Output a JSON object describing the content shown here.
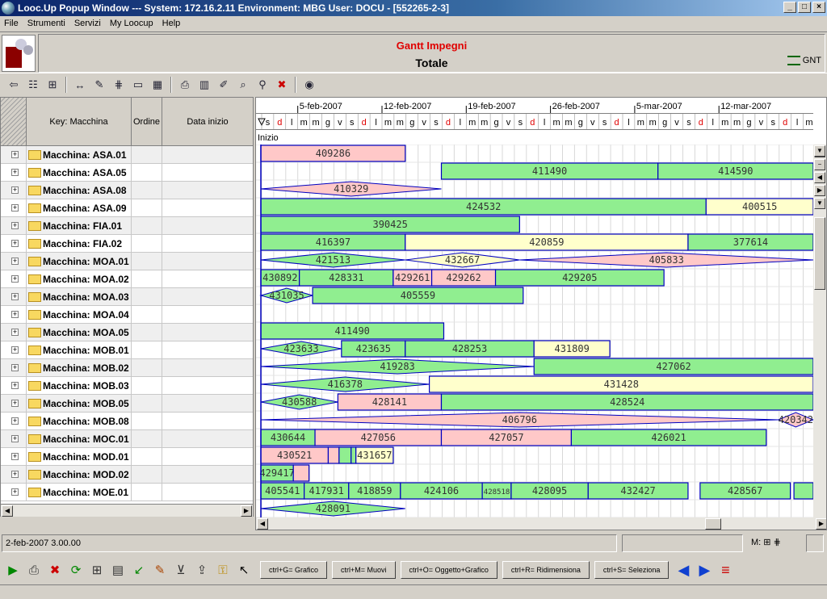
{
  "window": {
    "title": "Looc.Up Popup Window  ---  System: 172.16.2.11 Environment: MBG User: DOCU - [552265-2-3]"
  },
  "menu": [
    "File",
    "Strumenti",
    "Servizi",
    "My Loocup",
    "Help"
  ],
  "header": {
    "title": "Gantt Impegni",
    "subtitle": "Totale",
    "mode_label": "GNT"
  },
  "toolbar_icons": [
    "back-icon",
    "tree-icon",
    "hierarchy-icon",
    "expand-width-icon",
    "pencil-arrow-icon",
    "columns-icon",
    "folder-icon",
    "grid-icon",
    "print-icon",
    "table-icon",
    "edit-icon",
    "search-icon",
    "filter-icon",
    "delete-icon",
    "view-icon"
  ],
  "table": {
    "columns": [
      "Key: Macchina",
      "Ordine",
      "Data inizio"
    ],
    "rows": [
      "Macchina: ASA.01",
      "Macchina: ASA.05",
      "Macchina: ASA.08",
      "Macchina: ASA.09",
      "Macchina: FIA.01",
      "Macchina: FIA.02",
      "Macchina: MOA.01",
      "Macchina: MOA.02",
      "Macchina: MOA.03",
      "Macchina: MOA.04",
      "Macchina: MOA.05",
      "Macchina: MOB.01",
      "Macchina: MOB.02",
      "Macchina: MOB.03",
      "Macchina: MOB.05",
      "Macchina: MOB.08",
      "Macchina: MOC.01",
      "Macchina: MOD.01",
      "Macchina: MOD.02",
      "Macchina: MOE.01"
    ]
  },
  "timeline": {
    "weeks": [
      "5-feb-2007",
      "12-feb-2007",
      "19-feb-2007",
      "26-feb-2007",
      "5-mar-2007",
      "12-mar-2007"
    ],
    "day_letters": [
      "s",
      "d",
      "l",
      "m",
      "m",
      "g",
      "v",
      "s",
      "d",
      "l",
      "m",
      "m",
      "g",
      "v",
      "s",
      "d",
      "l",
      "m",
      "m",
      "g",
      "v",
      "s",
      "d",
      "l",
      "m",
      "m",
      "g",
      "v",
      "s",
      "d",
      "l",
      "m",
      "m",
      "g",
      "v",
      "s",
      "d",
      "l",
      "m",
      "m",
      "g",
      "v",
      "s",
      "d",
      "l",
      "m",
      "m",
      "g",
      "v"
    ],
    "start_label": "Inizio"
  },
  "colors": {
    "green": "#90ee90",
    "pink": "#ffc8c8",
    "yellow": "#ffffcc",
    "border": "#0000c0",
    "sunday": "#e00000"
  },
  "bars": [
    [
      {
        "t": "409286",
        "c": "pink",
        "s": 0,
        "e": 12
      }
    ],
    [
      {
        "t": "411490",
        "c": "green",
        "s": 15,
        "e": 33
      },
      {
        "t": "414590",
        "c": "green",
        "s": 33,
        "e": 46
      }
    ],
    [
      {
        "t": "410329",
        "c": "pink",
        "s": 0,
        "e": 15,
        "d": true
      }
    ],
    [
      {
        "t": "424532",
        "c": "green",
        "s": 0,
        "e": 37
      },
      {
        "t": "400515",
        "c": "yellow",
        "s": 37,
        "e": 46
      }
    ],
    [
      {
        "t": "390425",
        "c": "green",
        "s": 0,
        "e": 21.5
      }
    ],
    [
      {
        "t": "416397",
        "c": "green",
        "s": 0,
        "e": 12
      },
      {
        "t": "420859",
        "c": "yellow",
        "s": 12,
        "e": 35.5
      },
      {
        "t": "377614",
        "c": "green",
        "s": 35.5,
        "e": 46
      }
    ],
    [
      {
        "t": "421513",
        "c": "green",
        "s": 0,
        "e": 12,
        "d": true
      },
      {
        "t": "432667",
        "c": "yellow",
        "s": 12,
        "e": 21.5,
        "d": true
      },
      {
        "t": "405833",
        "c": "pink",
        "s": 21.5,
        "e": 46,
        "d": true
      }
    ],
    [
      {
        "t": "430892",
        "c": "green",
        "s": 0,
        "e": 3.2
      },
      {
        "t": "428331",
        "c": "green",
        "s": 3.2,
        "e": 11
      },
      {
        "t": "429261",
        "c": "pink",
        "s": 11,
        "e": 14.2
      },
      {
        "t": "429262",
        "c": "pink",
        "s": 14.2,
        "e": 19.5
      },
      {
        "t": "429205",
        "c": "green",
        "s": 19.5,
        "e": 33.5
      }
    ],
    [
      {
        "t": "431035",
        "c": "green",
        "s": 0,
        "e": 4.3,
        "d": true
      },
      {
        "t": "405559",
        "c": "green",
        "s": 4.3,
        "e": 21.8
      }
    ],
    [],
    [
      {
        "t": "411490",
        "c": "green",
        "s": 0,
        "e": 15.2
      }
    ],
    [
      {
        "t": "423633",
        "c": "green",
        "s": 0,
        "e": 6.7,
        "d": true
      },
      {
        "t": "423635",
        "c": "green",
        "s": 6.7,
        "e": 12
      },
      {
        "t": "428253",
        "c": "green",
        "s": 12,
        "e": 22.7
      },
      {
        "t": "431809",
        "c": "yellow",
        "s": 22.7,
        "e": 29
      }
    ],
    [
      {
        "t": "419283",
        "c": "green",
        "s": 0,
        "e": 22.7,
        "d": true
      },
      {
        "t": "427062",
        "c": "green",
        "s": 22.7,
        "e": 46
      }
    ],
    [
      {
        "t": "416378",
        "c": "green",
        "s": 0,
        "e": 14,
        "d": true
      },
      {
        "t": "431428",
        "c": "yellow",
        "s": 14,
        "e": 46
      }
    ],
    [
      {
        "t": "430588",
        "c": "green",
        "s": 0,
        "e": 6.4,
        "d": true
      },
      {
        "t": "428141",
        "c": "pink",
        "s": 6.4,
        "e": 15
      },
      {
        "t": "428524",
        "c": "green",
        "s": 15,
        "e": 46
      }
    ],
    [
      {
        "t": "406796",
        "c": "pink",
        "s": 0,
        "e": 43,
        "d": true
      },
      {
        "t": "420342",
        "c": "pink",
        "s": 43,
        "e": 46,
        "d": true
      }
    ],
    [
      {
        "t": "430644",
        "c": "green",
        "s": 0,
        "e": 4.5
      },
      {
        "t": "427056",
        "c": "pink",
        "s": 4.5,
        "e": 15
      },
      {
        "t": "427057",
        "c": "pink",
        "s": 15,
        "e": 25.8
      },
      {
        "t": "426021",
        "c": "green",
        "s": 25.8,
        "e": 42
      }
    ],
    [
      {
        "t": "430521",
        "c": "pink",
        "s": 0,
        "e": 5.6
      },
      {
        "t": "",
        "c": "pink",
        "s": 5.6,
        "e": 6.5
      },
      {
        "t": "",
        "c": "green",
        "s": 6.5,
        "e": 7.5
      },
      {
        "t": "",
        "c": "green",
        "s": 7.5,
        "e": 7.9
      },
      {
        "t": "431657",
        "c": "yellow",
        "s": 7.9,
        "e": 11
      }
    ],
    [
      {
        "t": "429417",
        "c": "green",
        "s": 0,
        "e": 2.7
      },
      {
        "t": "",
        "c": "pink",
        "s": 2.7,
        "e": 4
      }
    ],
    [
      {
        "t": "405541",
        "c": "green",
        "s": 0,
        "e": 3.6
      },
      {
        "t": "417931",
        "c": "green",
        "s": 3.6,
        "e": 7.3
      },
      {
        "t": "418859",
        "c": "green",
        "s": 7.3,
        "e": 11.6
      },
      {
        "t": "424106",
        "c": "green",
        "s": 11.6,
        "e": 18.4
      },
      {
        "t": "428518",
        "c": "green",
        "s": 18.4,
        "e": 20.8
      },
      {
        "t": "428095",
        "c": "green",
        "s": 20.8,
        "e": 27.2
      },
      {
        "t": "432427",
        "c": "green",
        "s": 27.2,
        "e": 35.5
      },
      {
        "t": "428567",
        "c": "green",
        "s": 36.5,
        "e": 44
      },
      {
        "t": "",
        "c": "green",
        "s": 44.3,
        "e": 46
      }
    ],
    [
      {
        "t": "428091",
        "c": "green",
        "s": 0,
        "e": 12,
        "d": true
      }
    ]
  ],
  "status": {
    "datetime": "2-feb-2007 3.00.00",
    "mode": "M:"
  },
  "bottom_buttons": [
    "ctrl+G= Grafico",
    "ctrl+M= Muovi",
    "ctrl+O= Oggetto+Grafico",
    "ctrl+R= Ridimensiona",
    "ctrl+S= Seleziona"
  ]
}
